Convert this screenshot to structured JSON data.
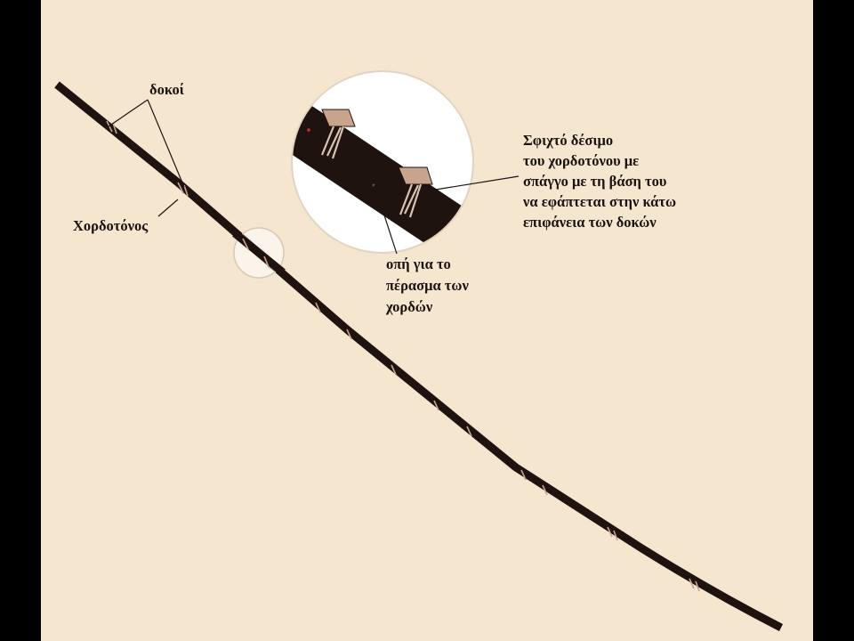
{
  "labels": {
    "beams": "δοκοί",
    "bridge": "Χορδοτόνος",
    "tie_text": [
      "Σφιχτό δέσιμο",
      "του χορδοτόνου με",
      "σπάγγο με τη βάση του",
      "να εφάπτεται στην κάτω",
      "επιφάνεια των δοκών"
    ],
    "hole_text": [
      "οπή για το",
      "πέρασμα των",
      "χορδών"
    ]
  },
  "colors": {
    "background": "#f5e6d0",
    "border": "#000000",
    "bar": "#1f1310",
    "tie": "#c9a48c",
    "circle": "#ffffff"
  }
}
